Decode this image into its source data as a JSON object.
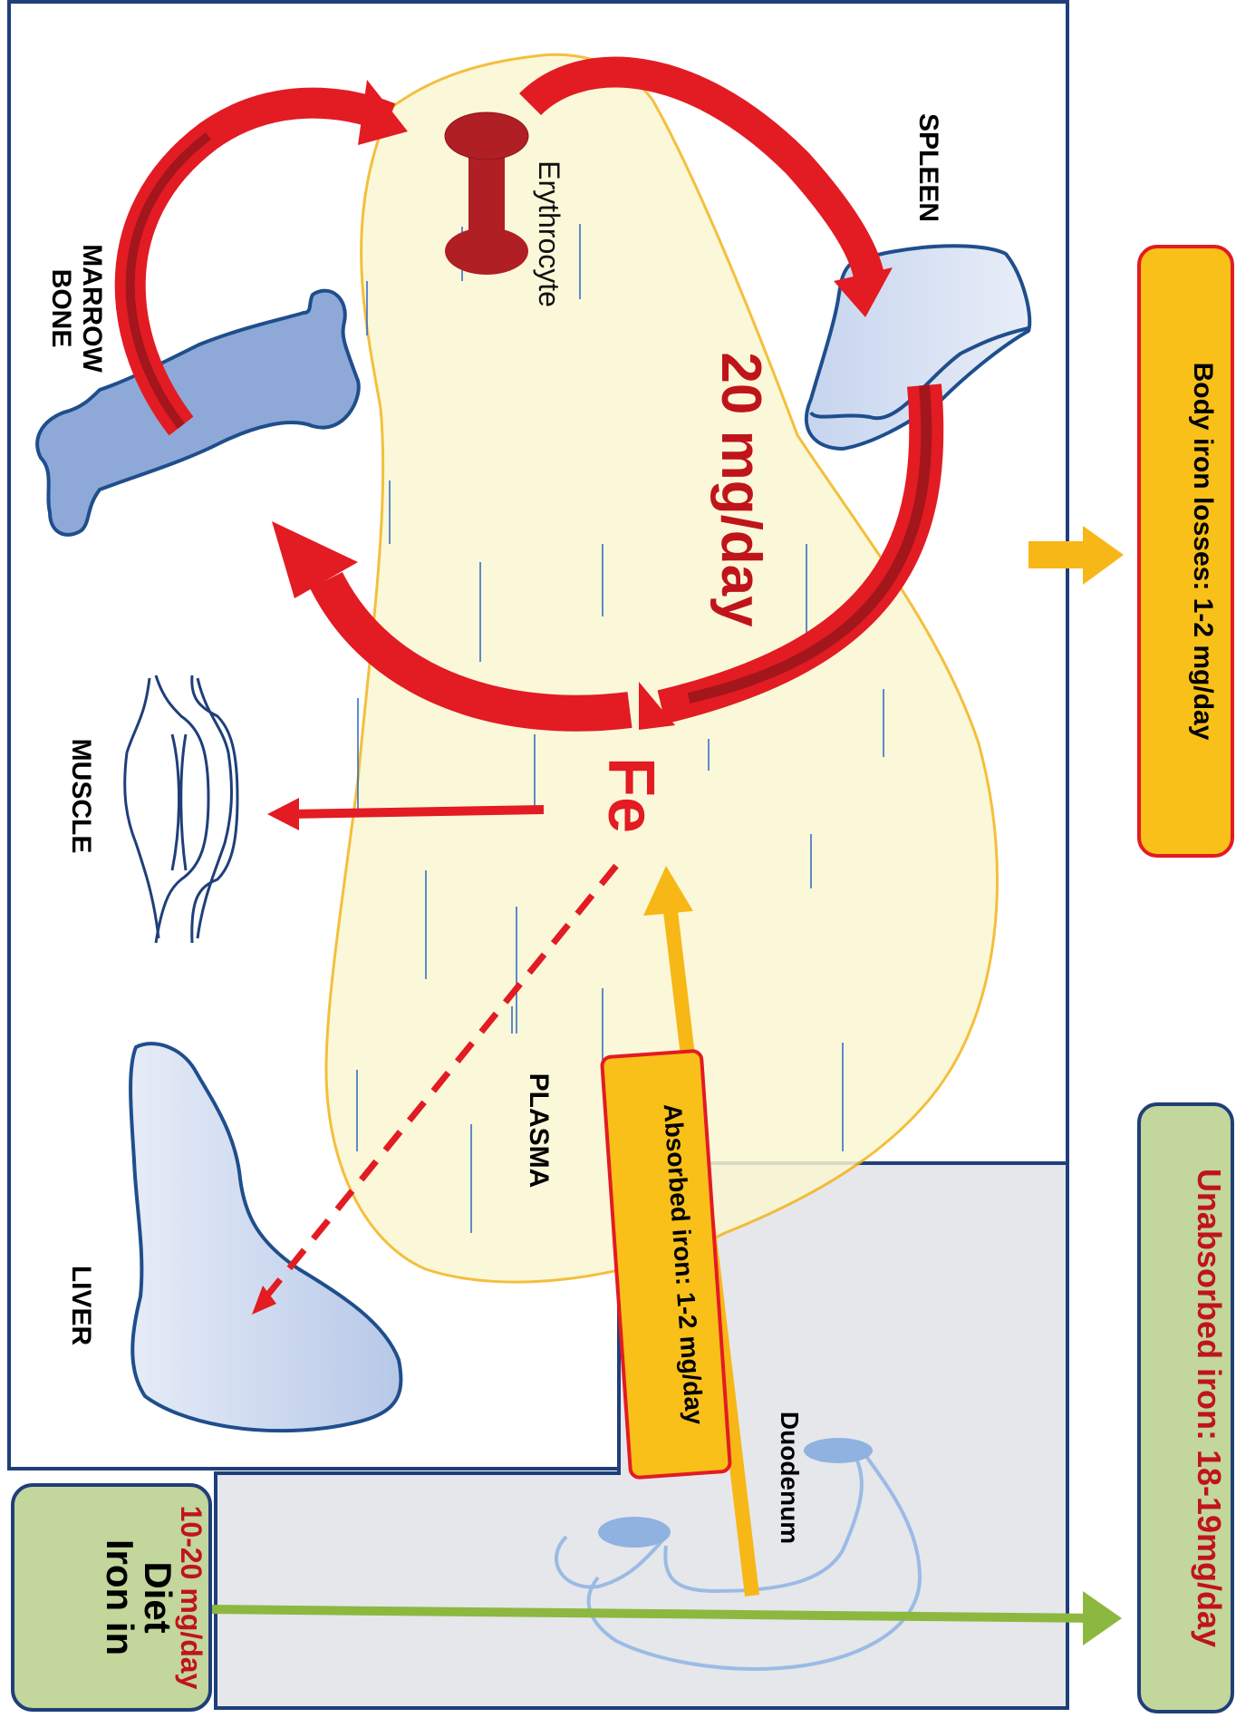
{
  "labels": {
    "bone_marrow_line1": "BONE",
    "bone_marrow_line2": "MARROW",
    "erythrocyte": "Erythrocyte",
    "spleen": "SPLEEN",
    "muscle": "MUSCLE",
    "liver": "LIVER",
    "plasma": "PLASMA",
    "fe": "Fe",
    "flux": "20 mg/day",
    "duodenum": "Duodenum"
  },
  "boxes": {
    "diet_line1": "Iron in",
    "diet_line2": "Diet",
    "diet_amount": "10-20 mg/day",
    "absorbed": "Absorbed iron: 1-2 mg/day",
    "losses": "Body iron losses: 1-2 mg/day",
    "unabsorbed": "Unabsorbed iron: 18-19mg/day"
  },
  "colors": {
    "cycle_arrow": "#e31b23",
    "cycle_arrow_dark": "#a3161c",
    "absorption_arrow": "#f7b716",
    "diet_arrow": "#8db840",
    "organ_fill": "#d4ddf0",
    "organ_stroke": "#1f4e8c",
    "bone_fill": "#8ea9d8",
    "plasma_fill": "#fbf7d3",
    "plasma_stroke": "#f3b51b",
    "green_box": "#c3d69b",
    "yellow_box": "#f8c018",
    "gut_panel": "#e5e7eb"
  },
  "icons": [
    "bone-icon",
    "erythrocyte-icon",
    "spleen-icon",
    "muscle-icon",
    "liver-icon",
    "duodenum-icon"
  ]
}
